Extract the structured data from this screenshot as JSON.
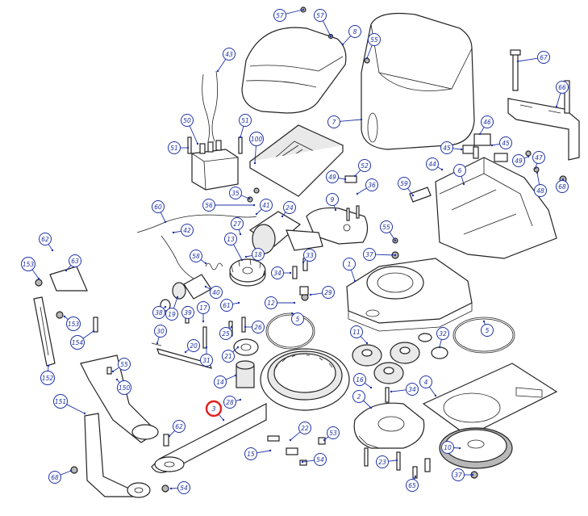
{
  "diagram": {
    "callouts": [
      {
        "id": "c57a",
        "label": "57"
      },
      {
        "id": "c57b",
        "label": "57"
      },
      {
        "id": "c8",
        "label": "8"
      },
      {
        "id": "c55a",
        "label": "55"
      },
      {
        "id": "c67",
        "label": "67"
      },
      {
        "id": "c43",
        "label": "43"
      },
      {
        "id": "c66",
        "label": "66"
      },
      {
        "id": "c50",
        "label": "50"
      },
      {
        "id": "c51a",
        "label": "51"
      },
      {
        "id": "c51b",
        "label": "51"
      },
      {
        "id": "c100",
        "label": "100"
      },
      {
        "id": "c7",
        "label": "7"
      },
      {
        "id": "c46",
        "label": "46"
      },
      {
        "id": "c45a",
        "label": "45"
      },
      {
        "id": "c45b",
        "label": "45"
      },
      {
        "id": "c44",
        "label": "44"
      },
      {
        "id": "c6",
        "label": "6"
      },
      {
        "id": "c49a",
        "label": "49"
      },
      {
        "id": "c49b",
        "label": "49"
      },
      {
        "id": "c47",
        "label": "47"
      },
      {
        "id": "c52",
        "label": "52"
      },
      {
        "id": "c48",
        "label": "48"
      },
      {
        "id": "c68a",
        "label": "68"
      },
      {
        "id": "c36",
        "label": "36"
      },
      {
        "id": "c59",
        "label": "59"
      },
      {
        "id": "c35",
        "label": "35"
      },
      {
        "id": "c9",
        "label": "9"
      },
      {
        "id": "c56",
        "label": "56"
      },
      {
        "id": "c60",
        "label": "60"
      },
      {
        "id": "c41",
        "label": "41"
      },
      {
        "id": "c24",
        "label": "24"
      },
      {
        "id": "c55b",
        "label": "55"
      },
      {
        "id": "c27",
        "label": "27"
      },
      {
        "id": "c42",
        "label": "42"
      },
      {
        "id": "c62a",
        "label": "62"
      },
      {
        "id": "c13",
        "label": "13"
      },
      {
        "id": "c18",
        "label": "18"
      },
      {
        "id": "c37a",
        "label": "37"
      },
      {
        "id": "c63",
        "label": "63"
      },
      {
        "id": "c153a",
        "label": "153"
      },
      {
        "id": "c58",
        "label": "58"
      },
      {
        "id": "c34a",
        "label": "34"
      },
      {
        "id": "c33",
        "label": "33"
      },
      {
        "id": "c1",
        "label": "1"
      },
      {
        "id": "c40",
        "label": "40"
      },
      {
        "id": "c29",
        "label": "29"
      },
      {
        "id": "c12",
        "label": "12"
      },
      {
        "id": "c61",
        "label": "61"
      },
      {
        "id": "c38",
        "label": "38"
      },
      {
        "id": "c19",
        "label": "19"
      },
      {
        "id": "c39",
        "label": "39"
      },
      {
        "id": "c17",
        "label": "17"
      },
      {
        "id": "c5a",
        "label": "5"
      },
      {
        "id": "c5b",
        "label": "5"
      },
      {
        "id": "c153b",
        "label": "153"
      },
      {
        "id": "c154",
        "label": "154"
      },
      {
        "id": "c25",
        "label": "25"
      },
      {
        "id": "c26",
        "label": "26"
      },
      {
        "id": "c11",
        "label": "11"
      },
      {
        "id": "c32",
        "label": "32"
      },
      {
        "id": "c30",
        "label": "30"
      },
      {
        "id": "c20",
        "label": "20"
      },
      {
        "id": "c21",
        "label": "21"
      },
      {
        "id": "c31",
        "label": "31"
      },
      {
        "id": "c152",
        "label": "152"
      },
      {
        "id": "c55c",
        "label": "55"
      },
      {
        "id": "c14",
        "label": "14"
      },
      {
        "id": "c150",
        "label": "150"
      },
      {
        "id": "c16",
        "label": "16"
      },
      {
        "id": "c4",
        "label": "4"
      },
      {
        "id": "c34b",
        "label": "34"
      },
      {
        "id": "c151",
        "label": "151"
      },
      {
        "id": "c28",
        "label": "28"
      },
      {
        "id": "c3",
        "label": "3",
        "highlighted": true
      },
      {
        "id": "c2",
        "label": "2"
      },
      {
        "id": "c62b",
        "label": "62"
      },
      {
        "id": "c22",
        "label": "22"
      },
      {
        "id": "c53",
        "label": "53"
      },
      {
        "id": "c15",
        "label": "15"
      },
      {
        "id": "c10",
        "label": "10"
      },
      {
        "id": "c54a",
        "label": "54"
      },
      {
        "id": "c23",
        "label": "23"
      },
      {
        "id": "c68b",
        "label": "68"
      },
      {
        "id": "c54b",
        "label": "54"
      },
      {
        "id": "c65",
        "label": "65"
      },
      {
        "id": "c37b",
        "label": "37"
      }
    ],
    "colors": {
      "callout": "#1f33a6",
      "highlight": "#e02020",
      "line": "#222222"
    }
  }
}
